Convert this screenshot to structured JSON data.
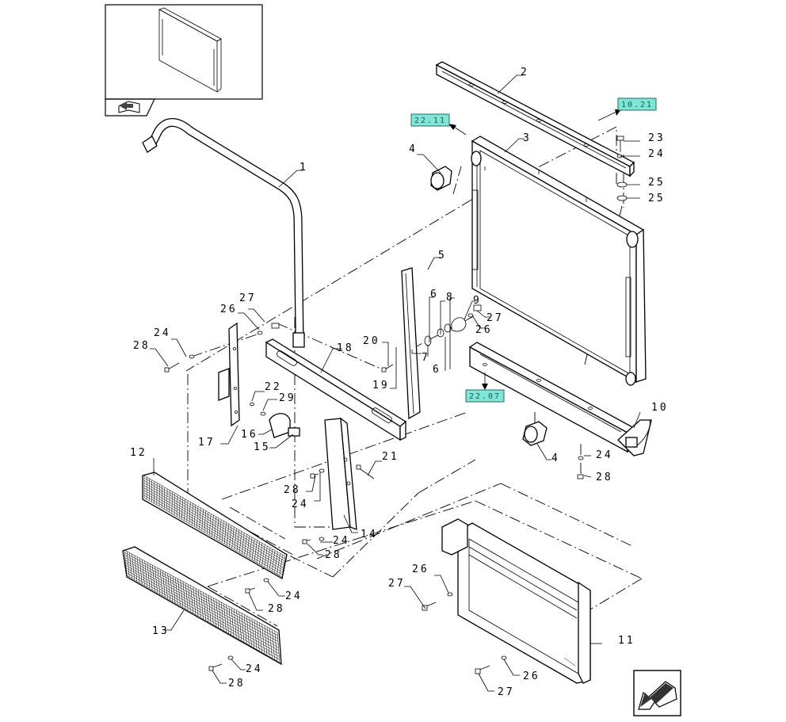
{
  "colors": {
    "ink": "#000000",
    "reference_box": "#7fe6d6",
    "background": "#ffffff"
  },
  "icons": {
    "thumbnail_nav": "book-arrow-icon",
    "orientation": "direction-arrow-icon"
  },
  "references": [
    {
      "id": "ref-22-11",
      "text": "22.11"
    },
    {
      "id": "ref-10-21",
      "text": "10.21"
    },
    {
      "id": "ref-22-07",
      "text": "22.07"
    }
  ],
  "callouts": [
    {
      "id": "c1",
      "text": "1"
    },
    {
      "id": "c2",
      "text": "2"
    },
    {
      "id": "c3",
      "text": "3"
    },
    {
      "id": "c4a",
      "text": "4"
    },
    {
      "id": "c4b",
      "text": "4"
    },
    {
      "id": "c5",
      "text": "5"
    },
    {
      "id": "c6a",
      "text": "6"
    },
    {
      "id": "c6b",
      "text": "6"
    },
    {
      "id": "c7",
      "text": "7"
    },
    {
      "id": "c8",
      "text": "8"
    },
    {
      "id": "c9",
      "text": "9"
    },
    {
      "id": "c10",
      "text": "10"
    },
    {
      "id": "c11",
      "text": "11"
    },
    {
      "id": "c12",
      "text": "12"
    },
    {
      "id": "c13",
      "text": "13"
    },
    {
      "id": "c14",
      "text": "14"
    },
    {
      "id": "c15",
      "text": "15"
    },
    {
      "id": "c16",
      "text": "16"
    },
    {
      "id": "c17",
      "text": "17"
    },
    {
      "id": "c18",
      "text": "18"
    },
    {
      "id": "c19",
      "text": "19"
    },
    {
      "id": "c20",
      "text": "20"
    },
    {
      "id": "c21",
      "text": "21"
    },
    {
      "id": "c22",
      "text": "22"
    },
    {
      "id": "c23",
      "text": "23"
    },
    {
      "id": "c24a",
      "text": "24"
    },
    {
      "id": "c24b",
      "text": "24"
    },
    {
      "id": "c24c",
      "text": "24"
    },
    {
      "id": "c24d",
      "text": "24"
    },
    {
      "id": "c24e",
      "text": "24"
    },
    {
      "id": "c24f",
      "text": "24"
    },
    {
      "id": "c24g",
      "text": "24"
    },
    {
      "id": "c25a",
      "text": "25"
    },
    {
      "id": "c25b",
      "text": "25"
    },
    {
      "id": "c26a",
      "text": "26"
    },
    {
      "id": "c26b",
      "text": "26"
    },
    {
      "id": "c26c",
      "text": "26"
    },
    {
      "id": "c26d",
      "text": "26"
    },
    {
      "id": "c27a",
      "text": "27"
    },
    {
      "id": "c27b",
      "text": "27"
    },
    {
      "id": "c27c",
      "text": "27"
    },
    {
      "id": "c27d",
      "text": "27"
    },
    {
      "id": "c28a",
      "text": "28"
    },
    {
      "id": "c28b",
      "text": "28"
    },
    {
      "id": "c28c",
      "text": "28"
    },
    {
      "id": "c28d",
      "text": "28"
    },
    {
      "id": "c28e",
      "text": "28"
    },
    {
      "id": "c28f",
      "text": "28"
    },
    {
      "id": "c29",
      "text": "29"
    }
  ]
}
